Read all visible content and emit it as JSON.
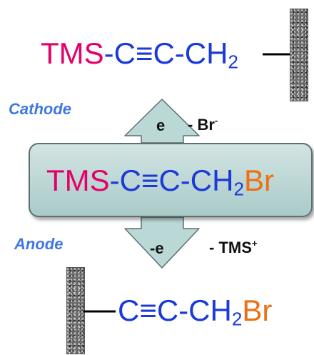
{
  "labels": {
    "cathode": "Cathode",
    "anode": "Anode"
  },
  "top_product": {
    "tms": "TMS",
    "chain": "-C≡C-CH",
    "sub": "2"
  },
  "reactant": {
    "tms": "TMS",
    "chain": "-C≡C-CH",
    "sub": "2",
    "br": "Br"
  },
  "bottom_product": {
    "chain": "C≡C-CH",
    "sub": "2",
    "br": "Br"
  },
  "up_arrow": {
    "electron": "e",
    "leaving": "- Br",
    "leaving_charge": "-"
  },
  "down_arrow": {
    "electron": "-e",
    "leaving": "- TMS",
    "leaving_charge": "+"
  },
  "colors": {
    "tms": "#e4006a",
    "chain": "#1b3ad9",
    "br": "#ee6f13",
    "label": "#3f78e0",
    "arrow_fill": "#b9d8d6",
    "box_fill": "#c1dad8"
  }
}
